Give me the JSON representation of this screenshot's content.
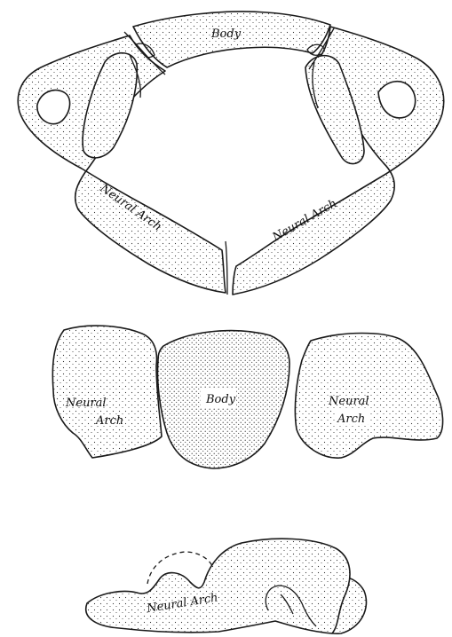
{
  "labels": {
    "top_body": "Body",
    "top_left_arch": "Neural Arch",
    "top_right_arch": "Neural Arch",
    "mid_left_arch_line1": "Neural",
    "mid_left_arch_line2": "Arch",
    "mid_body": "Body",
    "mid_right_arch_line1": "Neural",
    "mid_right_arch_line2": "Arch",
    "bottom_arch": "Neural Arch"
  },
  "colors": {
    "ink": "#1a1a1a",
    "paper": "#ffffff"
  }
}
